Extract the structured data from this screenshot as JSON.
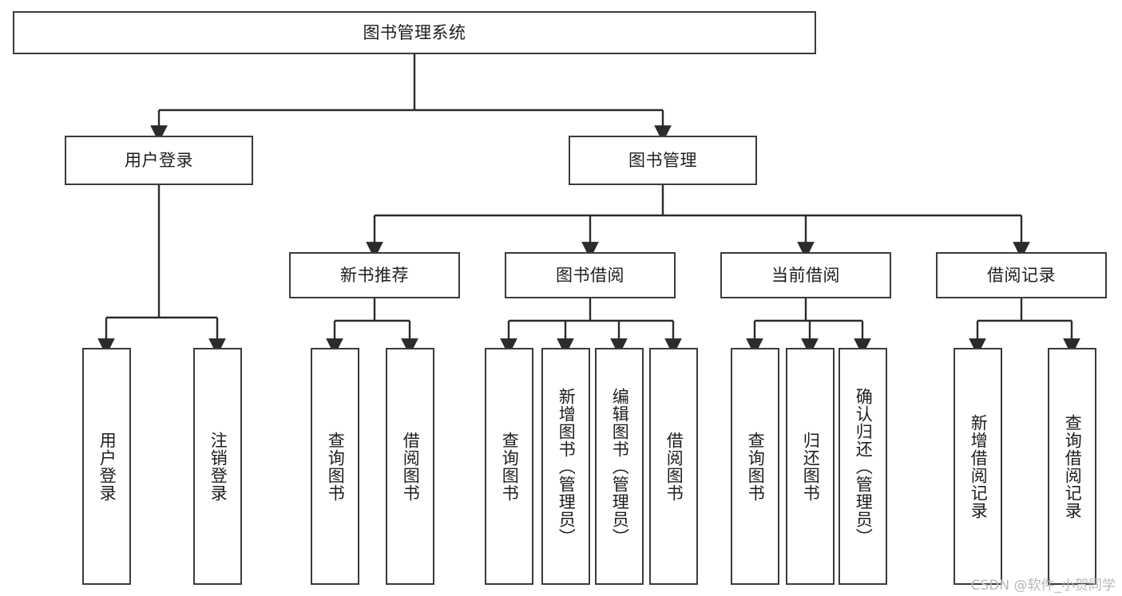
{
  "diagram": {
    "title": "图书管理系统",
    "type": "tree-hierarchy-diagram",
    "colors": {
      "box_border": "#3b3b3b",
      "box_fill": "#ffffff",
      "edge": "#2b2b2b",
      "text": "#1d1d1d",
      "watermark": "#b9b9b9"
    },
    "nodes": {
      "root": {
        "label": "图书管理系统"
      },
      "level1": [
        {
          "id": "user-login",
          "label": "用户登录"
        },
        {
          "id": "book-management",
          "label": "图书管理"
        }
      ],
      "level2": [
        {
          "id": "new-book-recommend",
          "label": "新书推荐"
        },
        {
          "id": "book-borrow",
          "label": "图书借阅"
        },
        {
          "id": "current-borrow",
          "label": "当前借阅"
        },
        {
          "id": "borrow-record",
          "label": "借阅记录"
        }
      ],
      "leaves": [
        {
          "id": "leaf-user-login",
          "parent": "user-login",
          "label": "用户登录"
        },
        {
          "id": "leaf-logout",
          "parent": "user-login",
          "label": "注销登录"
        },
        {
          "id": "leaf-query-book-1",
          "parent": "new-book-recommend",
          "label": "查询图书"
        },
        {
          "id": "leaf-borrow-book-1",
          "parent": "new-book-recommend",
          "label": "借阅图书"
        },
        {
          "id": "leaf-query-book-2",
          "parent": "book-borrow",
          "label": "查询图书"
        },
        {
          "id": "leaf-add-book",
          "parent": "book-borrow",
          "label": "新增图书（管理员）"
        },
        {
          "id": "leaf-edit-book",
          "parent": "book-borrow",
          "label": "编辑图书（管理员）"
        },
        {
          "id": "leaf-borrow-book-2",
          "parent": "book-borrow",
          "label": "借阅图书"
        },
        {
          "id": "leaf-query-book-3",
          "parent": "current-borrow",
          "label": "查询图书"
        },
        {
          "id": "leaf-return-book",
          "parent": "current-borrow",
          "label": "归还图书"
        },
        {
          "id": "leaf-confirm-return",
          "parent": "current-borrow",
          "label": "确认归还（管理员）"
        },
        {
          "id": "leaf-add-record",
          "parent": "borrow-record",
          "label": "新增借阅记录"
        },
        {
          "id": "leaf-query-record",
          "parent": "borrow-record",
          "label": "查询借阅记录"
        }
      ]
    },
    "watermark": "CSDN @软件_小贺同学"
  }
}
